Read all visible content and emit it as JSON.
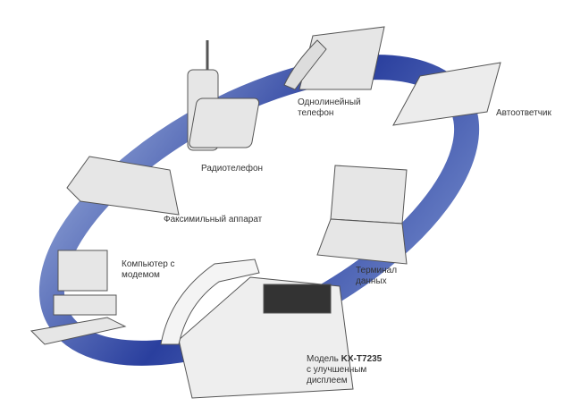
{
  "colors": {
    "ring": "#2a3f9e",
    "ring_light": "#8fa3d6",
    "device": "#e6e6e6",
    "device_outline": "#555555"
  },
  "labels": {
    "cordless_phone": "Радиотелефон",
    "single_line_phone_1": "Однолинейный",
    "single_line_phone_2": "телефон",
    "answering_machine": "Автоответчик",
    "fax": "Факсимильный аппарат",
    "computer_1": "Компьютер с",
    "computer_2": "модемом",
    "terminal_1": "Терминал",
    "terminal_2": "данных",
    "model_prefix": "Модель ",
    "model_name": "KX-T7235",
    "model_2": "с улучшенным",
    "model_3": "дисплеем"
  }
}
